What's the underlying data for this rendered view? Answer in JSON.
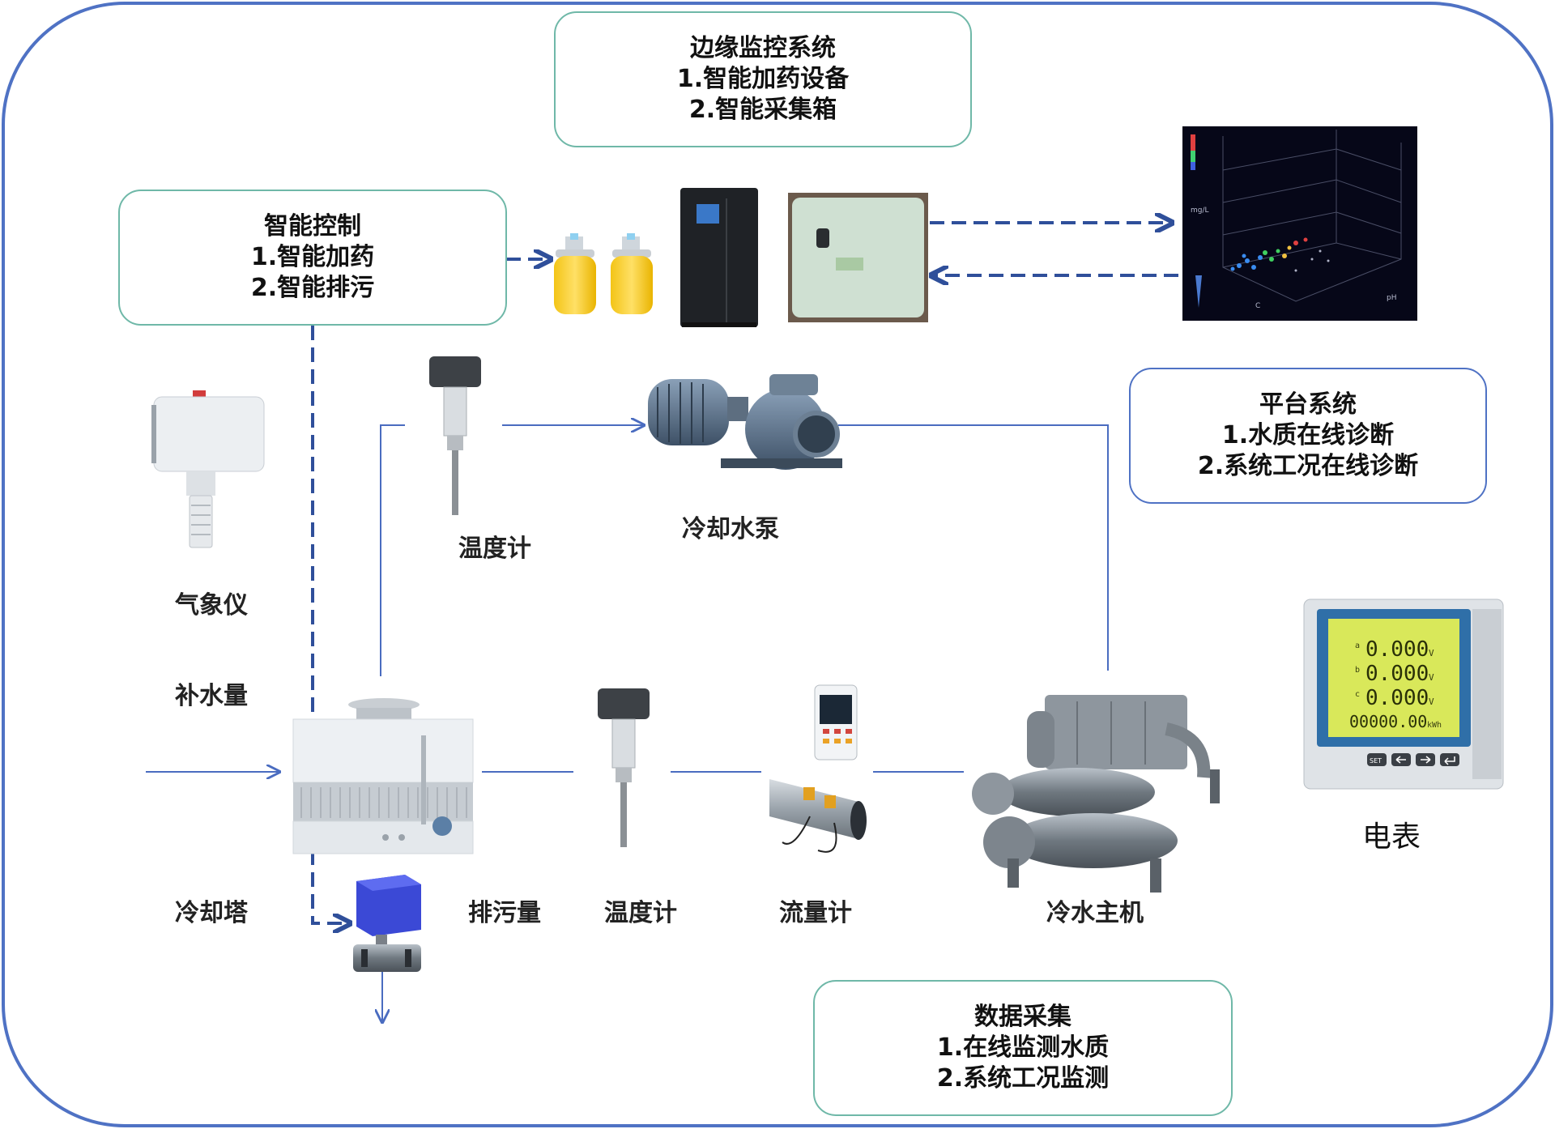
{
  "colors": {
    "frame": "#4f72c4",
    "box_border_green": "#6fb8a8",
    "dashed_link": "#2f4f9a",
    "pipe": "#4a6cc0"
  },
  "boxes": {
    "edge": {
      "title": "边缘监控系统",
      "line1": "1.智能加药设备",
      "line2": "2.智能采集箱"
    },
    "control": {
      "title": "智能控制",
      "line1": "1.智能加药",
      "line2": "2.智能排污"
    },
    "platform": {
      "title": "平台系统",
      "line1": "1.水质在线诊断",
      "line2": "2.系统工况在线诊断"
    },
    "data": {
      "title": "数据采集",
      "line1": "1.在线监测水质",
      "line2": "2.系统工况监测"
    }
  },
  "labels": {
    "weather": "气象仪",
    "makeup": "补水量",
    "tower": "冷却塔",
    "blowdown": "排污量",
    "temp_top": "温度计",
    "temp_bottom": "温度计",
    "pump": "冷却水泵",
    "flow": "流量计",
    "chiller": "冷水主机",
    "meter": "电表"
  },
  "icons": {
    "jar": "dosing-jar-icon",
    "cabinet": "dosing-cabinet-icon",
    "box": "collector-box-icon",
    "chart": "3d-scatter-chart-icon",
    "weather": "weather-station-icon",
    "thermometer": "temperature-sensor-icon",
    "pump": "water-pump-icon",
    "tower": "cooling-tower-icon",
    "valve": "motorized-valve-icon",
    "flow": "flow-meter-icon",
    "chiller": "chiller-icon",
    "meter": "power-meter-icon"
  },
  "meter_display": {
    "rows": [
      "0.000",
      "0.000",
      "0.000"
    ],
    "row_tags": [
      "a",
      "b",
      "c"
    ],
    "unit": "V",
    "total": "00000.00",
    "total_unit": "kWh",
    "btn1": "SET"
  },
  "chart_axes": {
    "ylabel": "mg/L",
    "xlabel": "pH",
    "zlabel": "C"
  }
}
